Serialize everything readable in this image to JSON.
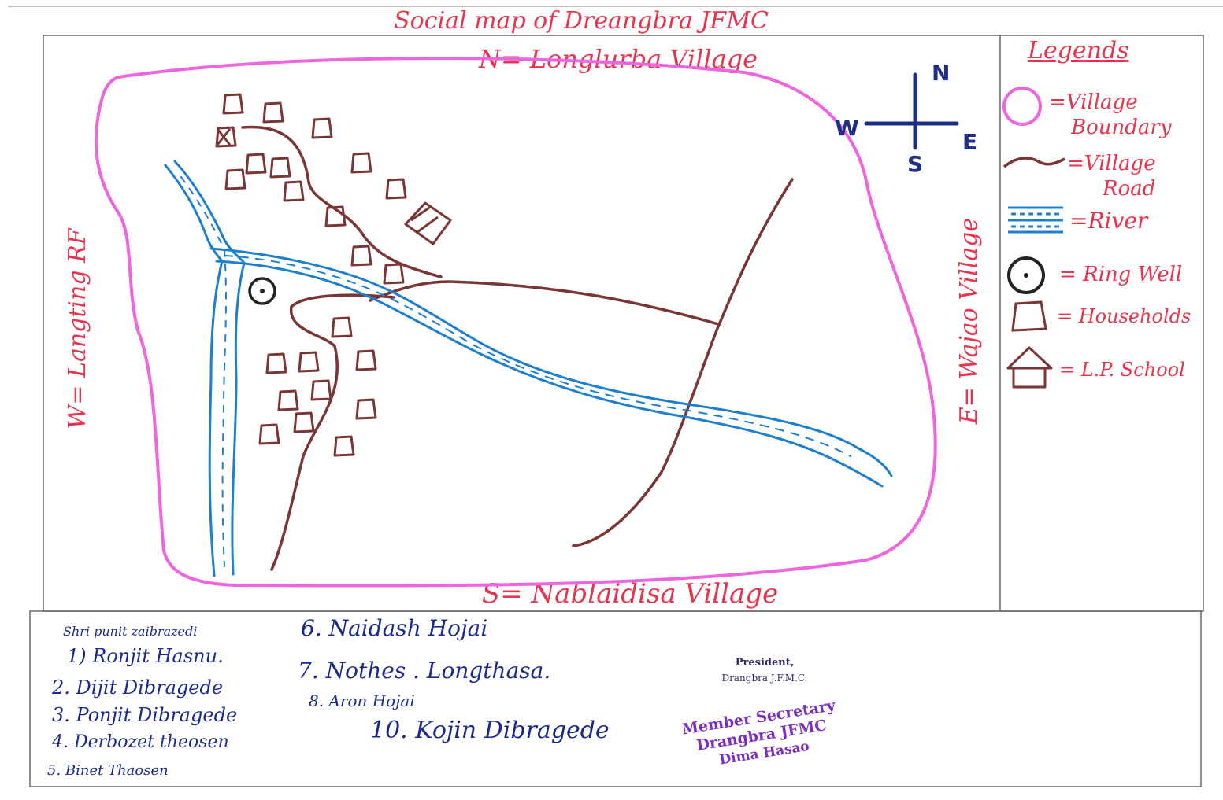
{
  "title": "Social map of Dreangbra JFMC",
  "boundaries": {
    "north": "N= Longlurba Village",
    "south": "S= Nablaidisa Village",
    "west": "W= Langting RF",
    "east": "E= Wajao Village"
  },
  "compass": {
    "n": "N",
    "s": "S",
    "e": "E",
    "w": "W"
  },
  "legend": {
    "title": "Legends",
    "items": [
      {
        "symbol": "ring",
        "label_lines": [
          "=Village",
          "Boundary"
        ]
      },
      {
        "symbol": "road",
        "label_lines": [
          "=Village",
          "Road"
        ]
      },
      {
        "symbol": "river",
        "label_lines": [
          "=River"
        ]
      },
      {
        "symbol": "well",
        "label_lines": [
          "= Ring Well"
        ]
      },
      {
        "symbol": "house",
        "label_lines": [
          "= Households"
        ]
      },
      {
        "symbol": "school",
        "label_lines": [
          "= L.P. School"
        ]
      }
    ]
  },
  "members": [
    "Shri punit zaibrazedi",
    "1) Ronjit Hasnu.",
    "2. Dijit Dibragede",
    "3. Ponjit Dibragede",
    "4. Derbozet theosen",
    "5. Binet Thaosen",
    "6. Naidash Hojai",
    "7. Nothes . Longthasa.",
    "8. Aron Hojai",
    "10. Kojin Dibragede"
  ],
  "stamps": {
    "president": [
      "President,",
      "Drangbra J.F.M.C."
    ],
    "secretary": [
      "Member Secretary",
      "Drangbra JFMC",
      "Dima Hasao"
    ]
  },
  "colors": {
    "boundary": "#ee66dd",
    "road": "#7a3535",
    "river": "#1f7fcf",
    "label_red": "#e8344e",
    "compass": "#1f2f86",
    "names_ink": "#1b2a8a",
    "stamp_purple": "#7b2fbf"
  }
}
